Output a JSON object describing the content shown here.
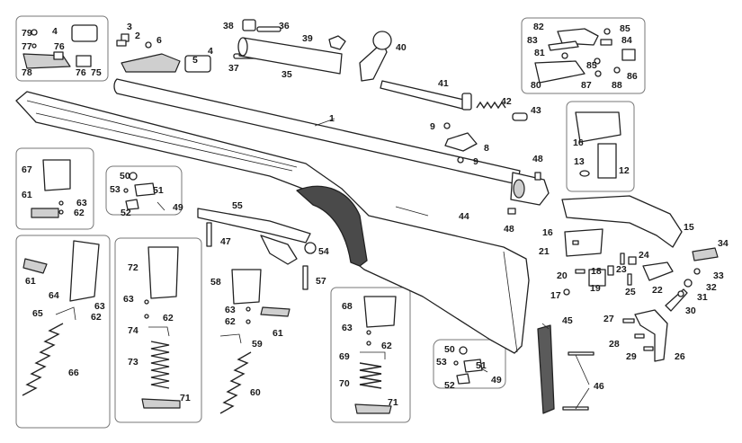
{
  "diagram": {
    "colors": {
      "line": "#222222",
      "grip": "#4a4a4a",
      "box_border": "#777777",
      "fill_light": "#cfcfcf"
    },
    "labels": {
      "1": "1",
      "2": "2",
      "3": "3",
      "4": "4",
      "5": "5",
      "6": "6",
      "8": "8",
      "9": "9",
      "12": "12",
      "13": "13",
      "15": "15",
      "16": "16",
      "17": "17",
      "18": "18",
      "19": "19",
      "20": "20",
      "21": "21",
      "22": "22",
      "23": "23",
      "24": "24",
      "25": "25",
      "26": "26",
      "27": "27",
      "28": "28",
      "29": "29",
      "30": "30",
      "31": "31",
      "32": "32",
      "33": "33",
      "34": "34",
      "35": "35",
      "36": "36",
      "37": "37",
      "38": "38",
      "39": "39",
      "40": "40",
      "41": "41",
      "42": "42",
      "43": "43",
      "44": "44",
      "45": "45",
      "46": "46",
      "47": "47",
      "48": "48",
      "49": "49",
      "50": "50",
      "51": "51",
      "52": "52",
      "53": "53",
      "54": "54",
      "55": "55",
      "57": "57",
      "58": "58",
      "59": "59",
      "60": "60",
      "61": "61",
      "62": "62",
      "63": "63",
      "64": "64",
      "65": "65",
      "66": "66",
      "67": "67",
      "68": "68",
      "69": "69",
      "70": "70",
      "71": "71",
      "72": "72",
      "73": "73",
      "74": "74",
      "75": "75",
      "76": "76",
      "77": "77",
      "78": "78",
      "79": "79",
      "80": "80",
      "81": "81",
      "82": "82",
      "83": "83",
      "84": "84",
      "85": "85",
      "86": "86",
      "87": "87",
      "88": "88"
    }
  }
}
